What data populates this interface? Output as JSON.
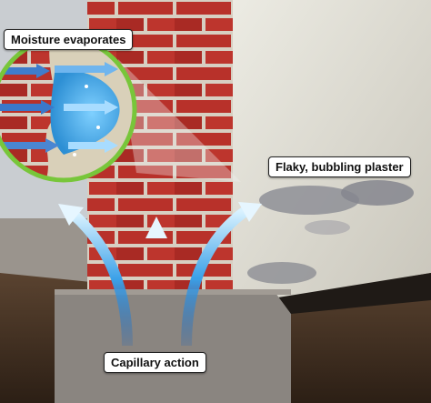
{
  "labels": {
    "moisture_evaporates": "Moisture evaporates",
    "flaky_plaster": "Flaky, bubbling plaster",
    "capillary_action": "Capillary action"
  },
  "colors": {
    "brick": "#b8312a",
    "mortar": "#d9d2c6",
    "plaster_wall": "#e6e3d8",
    "soil": "#3b2b1f",
    "foundation": "#8a8580",
    "arrow_blue": "#3aa0e8",
    "water_blue": "#44aee6"
  },
  "icons": [
    "up-arrow-left",
    "up-arrow-center",
    "up-arrow-right",
    "magnifier-circle",
    "evaporation-arrows"
  ]
}
